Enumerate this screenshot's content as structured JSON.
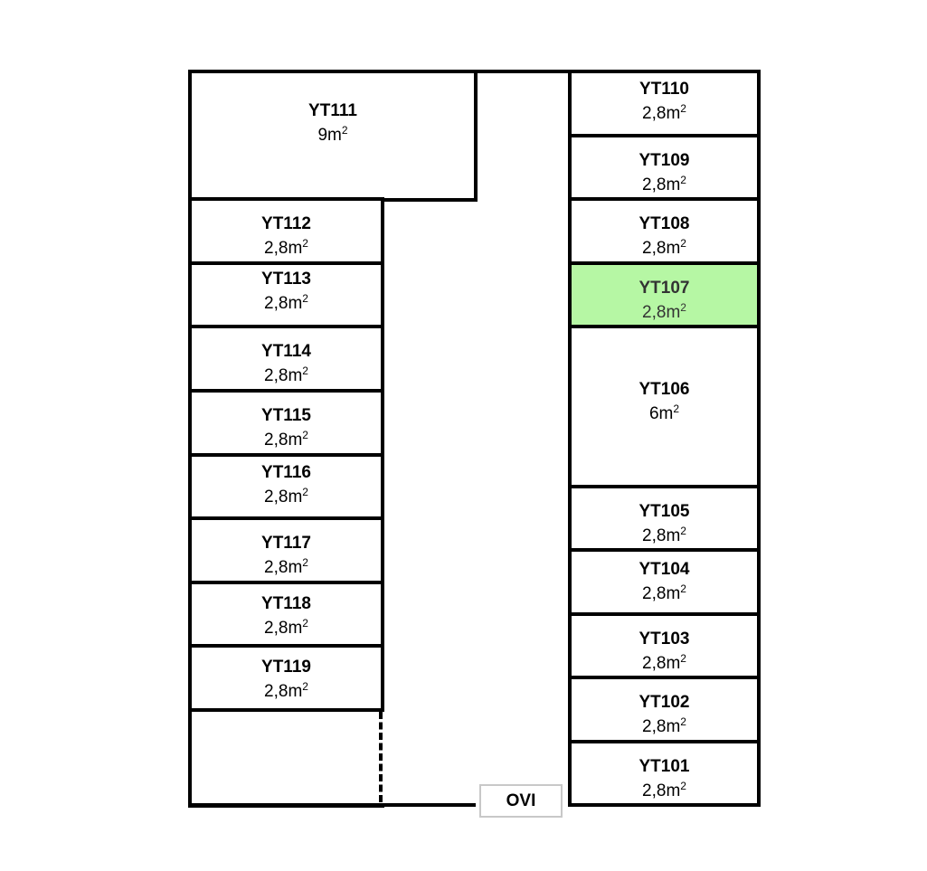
{
  "unit_suffix": "2",
  "highlight_color": "#b6f7a4",
  "units": [
    {
      "id": "YT111",
      "area": "9m"
    },
    {
      "id": "YT112",
      "area": "2,8m"
    },
    {
      "id": "YT113",
      "area": "2,8m"
    },
    {
      "id": "YT114",
      "area": "2,8m"
    },
    {
      "id": "YT115",
      "area": "2,8m"
    },
    {
      "id": "YT116",
      "area": "2,8m"
    },
    {
      "id": "YT117",
      "area": "2,8m"
    },
    {
      "id": "YT118",
      "area": "2,8m"
    },
    {
      "id": "YT119",
      "area": "2,8m"
    },
    {
      "id": "YT110",
      "area": "2,8m"
    },
    {
      "id": "YT109",
      "area": "2,8m"
    },
    {
      "id": "YT108",
      "area": "2,8m"
    },
    {
      "id": "YT107",
      "area": "2,8m",
      "highlighted": true
    },
    {
      "id": "YT106",
      "area": "6m"
    },
    {
      "id": "YT105",
      "area": "2,8m"
    },
    {
      "id": "YT104",
      "area": "2,8m"
    },
    {
      "id": "YT103",
      "area": "2,8m"
    },
    {
      "id": "YT102",
      "area": "2,8m"
    },
    {
      "id": "YT101",
      "area": "2,8m"
    }
  ],
  "door_label": "OVI"
}
